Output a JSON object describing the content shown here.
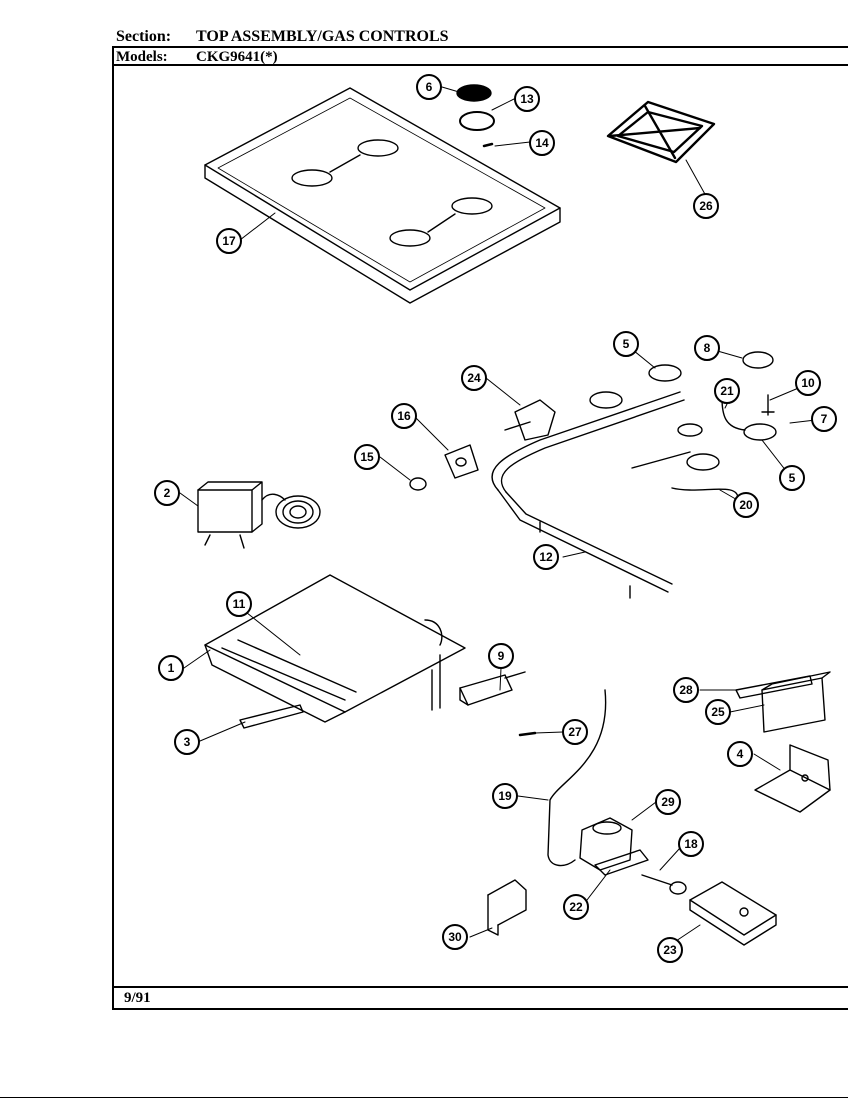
{
  "header": {
    "section_label": "Section:",
    "section_value": "TOP ASSEMBLY/GAS CONTROLS",
    "models_label": "Models:",
    "models_value": "CKG9641(*)"
  },
  "footer": {
    "date": "9/91"
  },
  "callouts": [
    "1",
    "2",
    "3",
    "4",
    "5",
    "5",
    "6",
    "7",
    "8",
    "9",
    "10",
    "11",
    "12",
    "13",
    "14",
    "15",
    "16",
    "17",
    "18",
    "19",
    "20",
    "21",
    "22",
    "23",
    "24",
    "25",
    "26",
    "27",
    "28",
    "29",
    "30"
  ]
}
